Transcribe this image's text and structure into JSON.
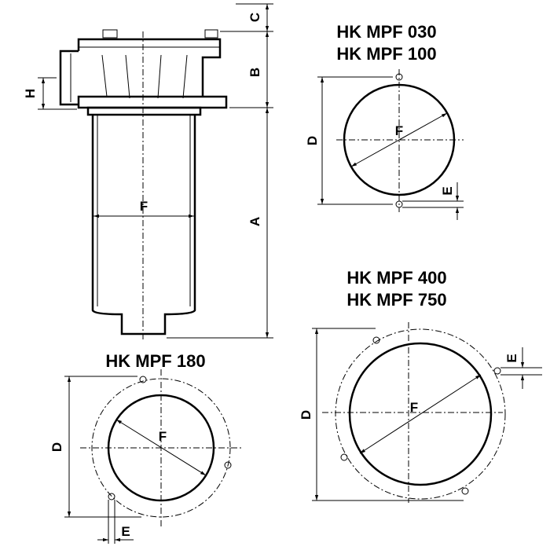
{
  "titles": {
    "top_right_1": "HK MPF 030",
    "top_right_2": "HK MPF 100",
    "bottom_left": "HK MPF 180",
    "bottom_right_1": "HK MPF 400",
    "bottom_right_2": "HK MPF 750"
  },
  "labels": {
    "a": "A",
    "b": "B",
    "c": "C",
    "d": "D",
    "e": "E",
    "f": "F",
    "h": "H"
  }
}
